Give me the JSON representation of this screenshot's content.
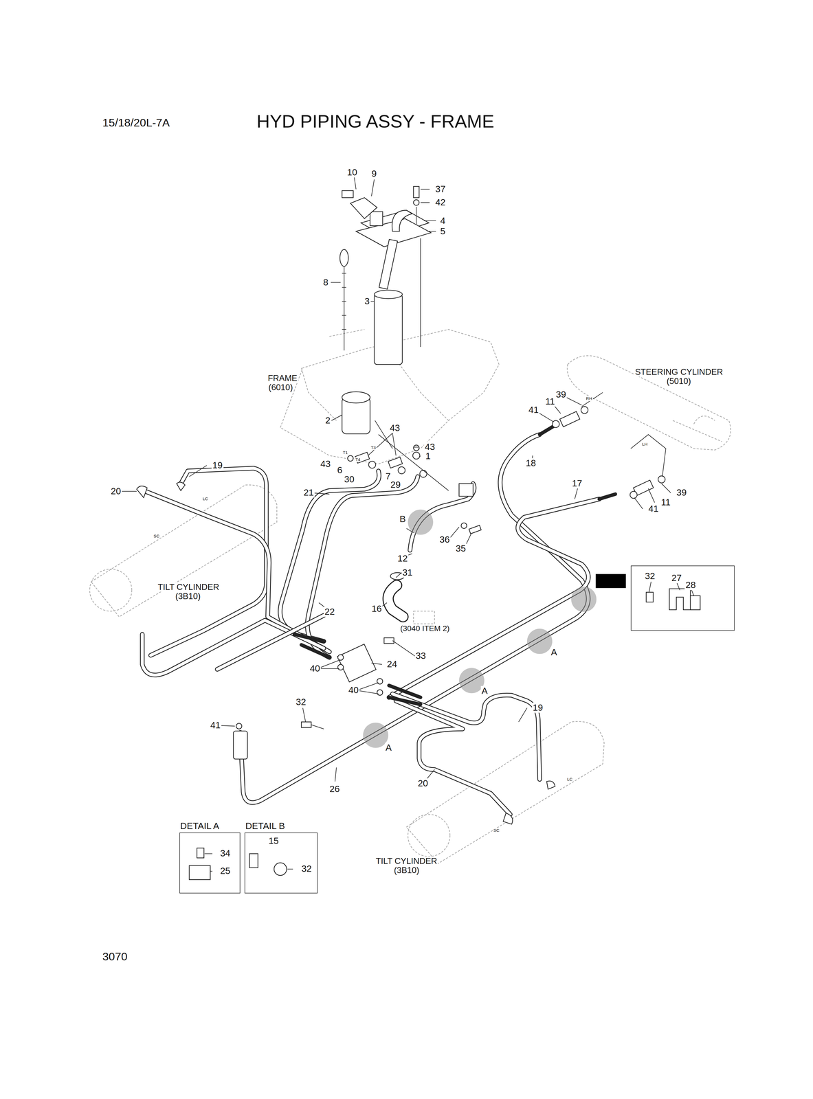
{
  "diagram": {
    "title": "HYD PIPING ASSY - FRAME",
    "nodes": [
      {
        "text": [
          "32",
          "27",
          "28"
        ]
      },
      {
        "text": [
          "DETAIL A",
          "34",
          "25"
        ]
      },
      {
        "text": [
          "DETAIL B",
          "15",
          "32"
        ]
      }
    ],
    "labels": [
      "15/18/20L-7A",
      "10",
      "9",
      "37",
      "42",
      "4",
      "5",
      "8",
      "3",
      "FRAME",
      "(6010)",
      "2",
      "43",
      "T3",
      "T1",
      "T4",
      "43",
      "1",
      "43",
      "6",
      "30",
      "7",
      "29",
      "19",
      "20",
      "LC",
      "SC",
      "21",
      "B",
      "12",
      "36",
      "35",
      "31",
      "16",
      "(3040 ITEM 2)",
      "22",
      "TILT CYLINDER",
      "(3B10)",
      "STEERING CYLINDER",
      "(5010)",
      "39",
      "RH",
      "11",
      "41",
      "LH",
      "18",
      "17",
      "39",
      "11",
      "41",
      "A",
      "33",
      "24",
      "40",
      "40",
      "A",
      "19",
      "32",
      "41",
      "A",
      "LC",
      "26",
      "20",
      "SC",
      "TILT CYLINDER",
      "(3B10)",
      "3070"
    ]
  }
}
